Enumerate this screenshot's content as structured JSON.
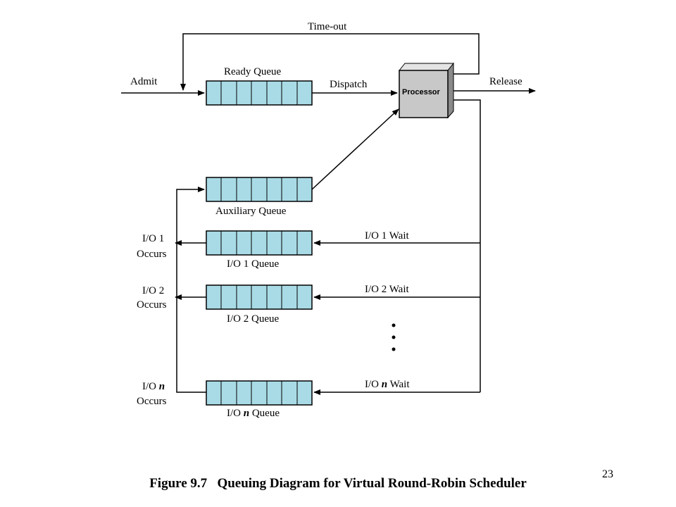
{
  "labels": {
    "timeout": "Time-out",
    "admit": "Admit",
    "ready_queue": "Ready Queue",
    "dispatch": "Dispatch",
    "processor": "Processor",
    "release": "Release",
    "auxiliary_queue": "Auxiliary Queue",
    "io1_occurs_1": "I/O 1",
    "io1_occurs_2": "Occurs",
    "io1_queue": "I/O 1 Queue",
    "io1_wait": "I/O 1 Wait",
    "io2_occurs_1": "I/O 2",
    "io2_occurs_2": "Occurs",
    "io2_queue": "I/O 2 Queue",
    "io2_wait": "I/O 2 Wait",
    "ion_occurs_1a": "I/O ",
    "ion_occurs_1b": "n",
    "ion_occurs_2": "Occurs",
    "ion_queue_a": "I/O ",
    "ion_queue_b": "n",
    "ion_queue_c": " Queue",
    "ion_wait_a": "I/O ",
    "ion_wait_b": "n",
    "ion_wait_c": " Wait"
  },
  "caption": {
    "figure": "Figure 9.7",
    "title": "Queuing Diagram for Virtual Round-Robin Scheduler"
  },
  "page_number": "23",
  "colors": {
    "queue_fill": "#a9dbe6",
    "processor_front": "#c8c8c8",
    "processor_side": "#8a8a8a"
  }
}
